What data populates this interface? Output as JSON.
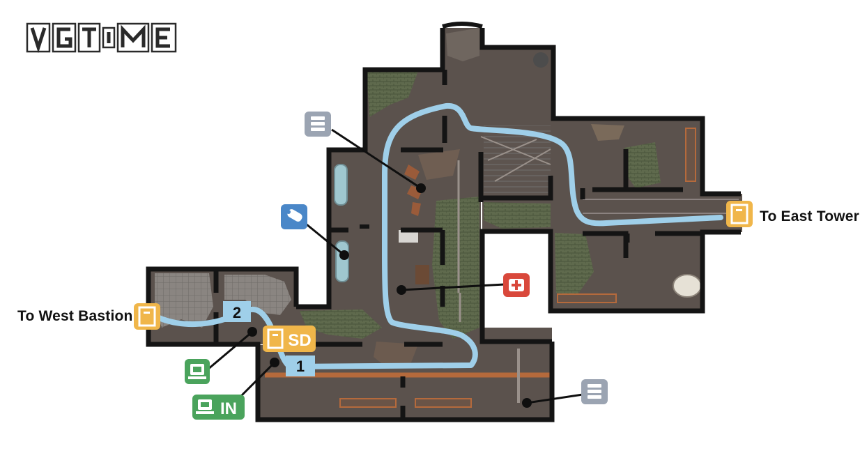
{
  "logo": {
    "text": "VGTIME"
  },
  "exits": {
    "west": {
      "label": "To West Bastion"
    },
    "east": {
      "label": "To East Tower"
    }
  },
  "waypoints": {
    "first": "1",
    "second": "2"
  },
  "markers": {
    "save_door": {
      "label": "SD"
    },
    "terminal_in": {
      "label": "IN"
    }
  },
  "icons": {
    "exit_door": "door-icon",
    "locker": "locker-icon",
    "item": "flashlight-icon",
    "medkit": "first-aid-icon",
    "terminal": "computer-terminal-icon"
  },
  "colors": {
    "route": "#9fcfe9",
    "door_badge": "#f0b64a",
    "terminal_badge": "#4aa35c",
    "medkit_badge": "#d9483b",
    "locker_badge": "#9ba4b2",
    "item_badge": "#4a87c8",
    "wall": "#141414",
    "floor": "#5b524d"
  }
}
